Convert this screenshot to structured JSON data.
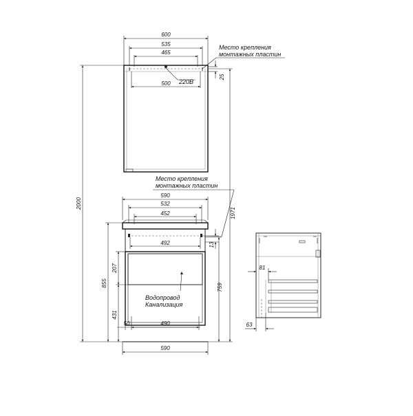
{
  "mirror": {
    "dims": {
      "w600": "600",
      "w535": "535",
      "w465": "465",
      "w500": "500",
      "d25": "25"
    },
    "socket_label": "220В",
    "mount_label_line1": "Место крепления",
    "mount_label_line2": "монтажных пластин"
  },
  "cabinet": {
    "dims": {
      "w590_top": "590",
      "w532": "532",
      "w452": "452",
      "w492": "492",
      "w490": "490",
      "d50": "50",
      "d13": "13",
      "w590_bottom": "590"
    },
    "mount_label_line1": "Место крепления",
    "mount_label_line2": "монтажных пластин",
    "pipes_line1": "Водопровод",
    "pipes_line2": "Канализация"
  },
  "heights": {
    "h2000": "2000",
    "h1971": "1971",
    "h855": "855",
    "h431": "431",
    "h207": "207",
    "h759": "759"
  },
  "side": {
    "d81": "81",
    "d63": "63"
  }
}
